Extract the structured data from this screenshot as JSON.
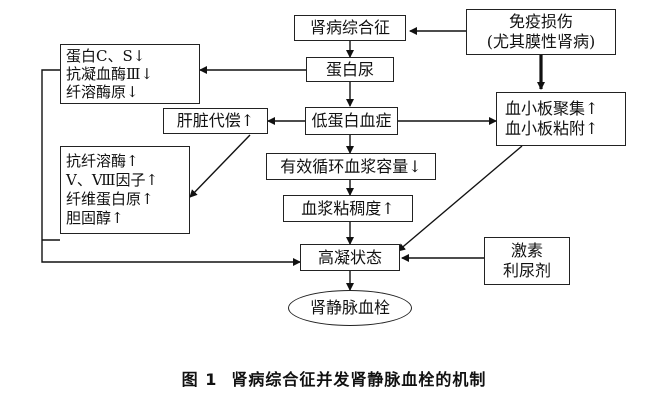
{
  "diagram": {
    "nodes": {
      "nephrotic": "肾病综合征",
      "immune_line1": "免疫损伤",
      "immune_line2": "(尤其膜性肾病)",
      "proteinuria": "蛋白尿",
      "hypoalbuminemia": "低蛋白血症",
      "liver_comp": "肝脏代偿↑",
      "effective_volume": "有效循环血浆容量↓",
      "viscosity": "血浆粘稠度↑",
      "hypercoag": "高凝状态",
      "thrombosis": "肾静脉血栓",
      "hormone_line1": "激素",
      "hormone_line2": "利尿剂",
      "platelet_lines": [
        "血小板聚集↑",
        "血小板粘附↑"
      ],
      "loss_lines": [
        "蛋白C、S↓",
        "抗凝血酶Ⅲ↓",
        "纤溶酶原↓"
      ],
      "increase_lines": [
        "抗纤溶酶↑",
        "Ⅴ、Ⅷ因子↑",
        "纤维蛋白原↑",
        "胆固醇↑"
      ]
    }
  },
  "caption": {
    "label": "图 1",
    "text": "肾病综合征并发肾静脉血栓的机制"
  }
}
